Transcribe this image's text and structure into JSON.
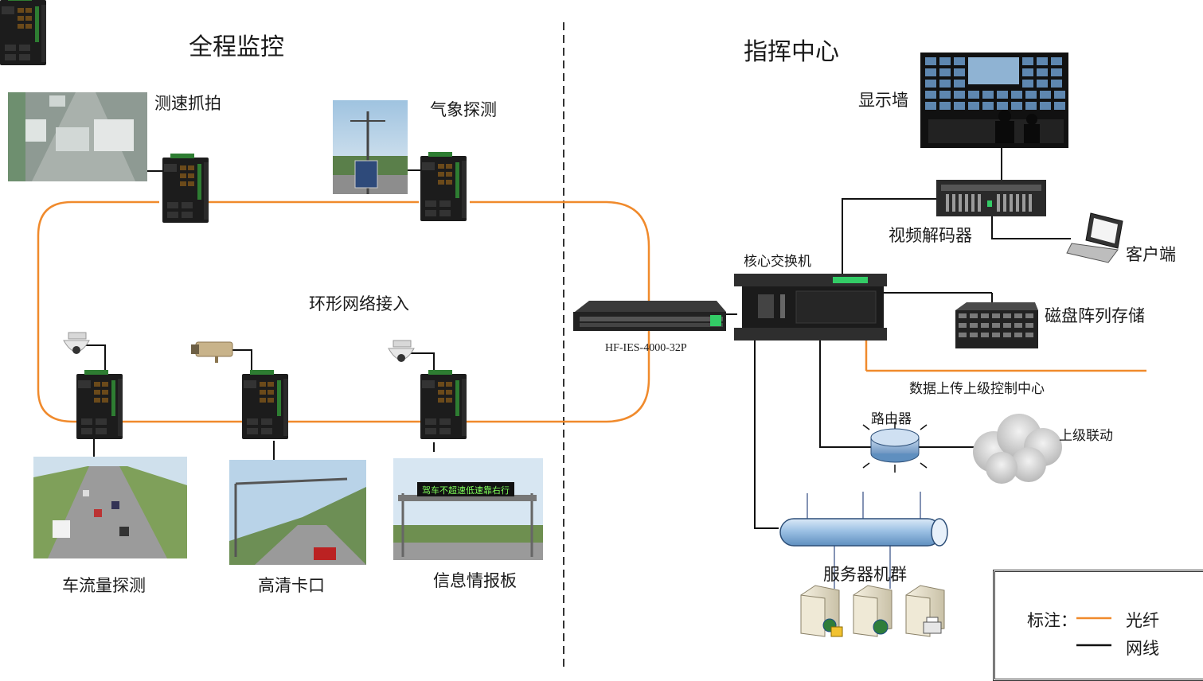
{
  "sections": {
    "left_title": "全程监控",
    "right_title": "指挥中心"
  },
  "field": {
    "speed_capture": "测速抓拍",
    "weather": "气象探测",
    "ring_access": "环形网络接入",
    "traffic_flow": "车流量探测",
    "hd_checkpoint": "高清卡口",
    "info_board": "信息情报板",
    "board_text": "驾车不超速低速靠右行",
    "switch_model": "HF-IES-4000-32P"
  },
  "center": {
    "display_wall": "显示墙",
    "video_decoder": "视频解码器",
    "client": "客户端",
    "core_switch": "核心交换机",
    "disk_array": "磁盘阵列存储",
    "upload": "数据上传上级控制中心",
    "router": "路由器",
    "upper_link": "上级联动",
    "server_cluster": "服务器机群"
  },
  "legend": {
    "title": "标注：",
    "fiber": "光纤",
    "cable": "网线"
  },
  "colors": {
    "fiber": "#f08a2c",
    "cable": "#111111",
    "divider": "#333333"
  }
}
